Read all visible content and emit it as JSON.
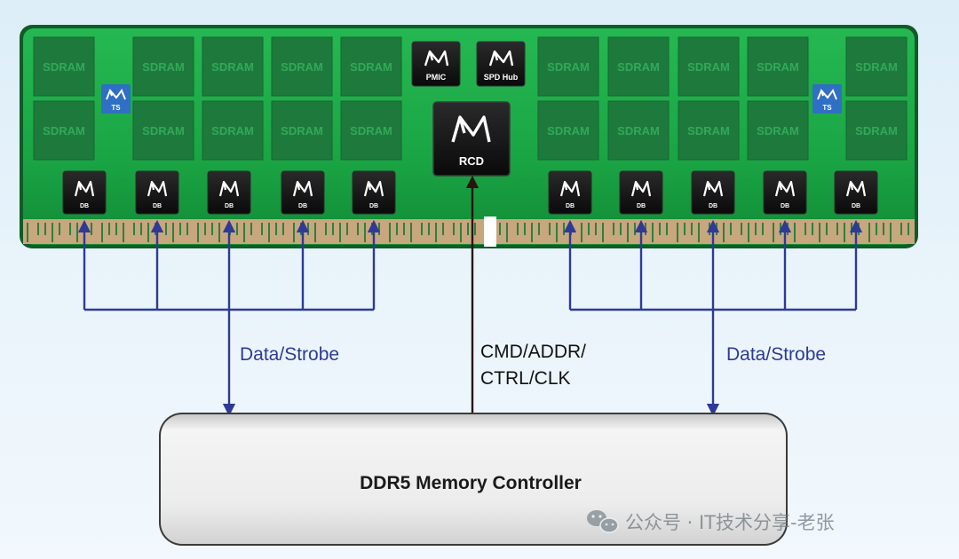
{
  "module": {
    "sdram_label": "SDRAM",
    "ts_label": "TS",
    "pmic_label": "PMIC",
    "spd_label": "SPD Hub",
    "rcd_label": "RCD",
    "db_label": "DB"
  },
  "signals": {
    "data_strobe_left": "Data/Strobe",
    "data_strobe_right": "Data/Strobe",
    "cmd_line1": "CMD/ADDR/",
    "cmd_line2": "CTRL/CLK"
  },
  "controller": {
    "label": "DDR5 Memory Controller"
  },
  "watermark": {
    "text": "公众号 · IT技术分享-老张"
  },
  "colors": {
    "board_green": "#22b24c",
    "board_dark_green": "#0d6b2a",
    "sdram_tile": "#1e7a3c",
    "chip_black": "#1a1a1a",
    "ts_blue": "#2f6fc4",
    "connector_tan": "#c8a67e",
    "data_arrow": "#2e3a95",
    "cmd_arrow": "#2a1410",
    "controller_fill": "#e8e8e8",
    "label_blue": "#2e3a95"
  },
  "icons": [
    "micron-logo-icon",
    "wechat-icon"
  ]
}
